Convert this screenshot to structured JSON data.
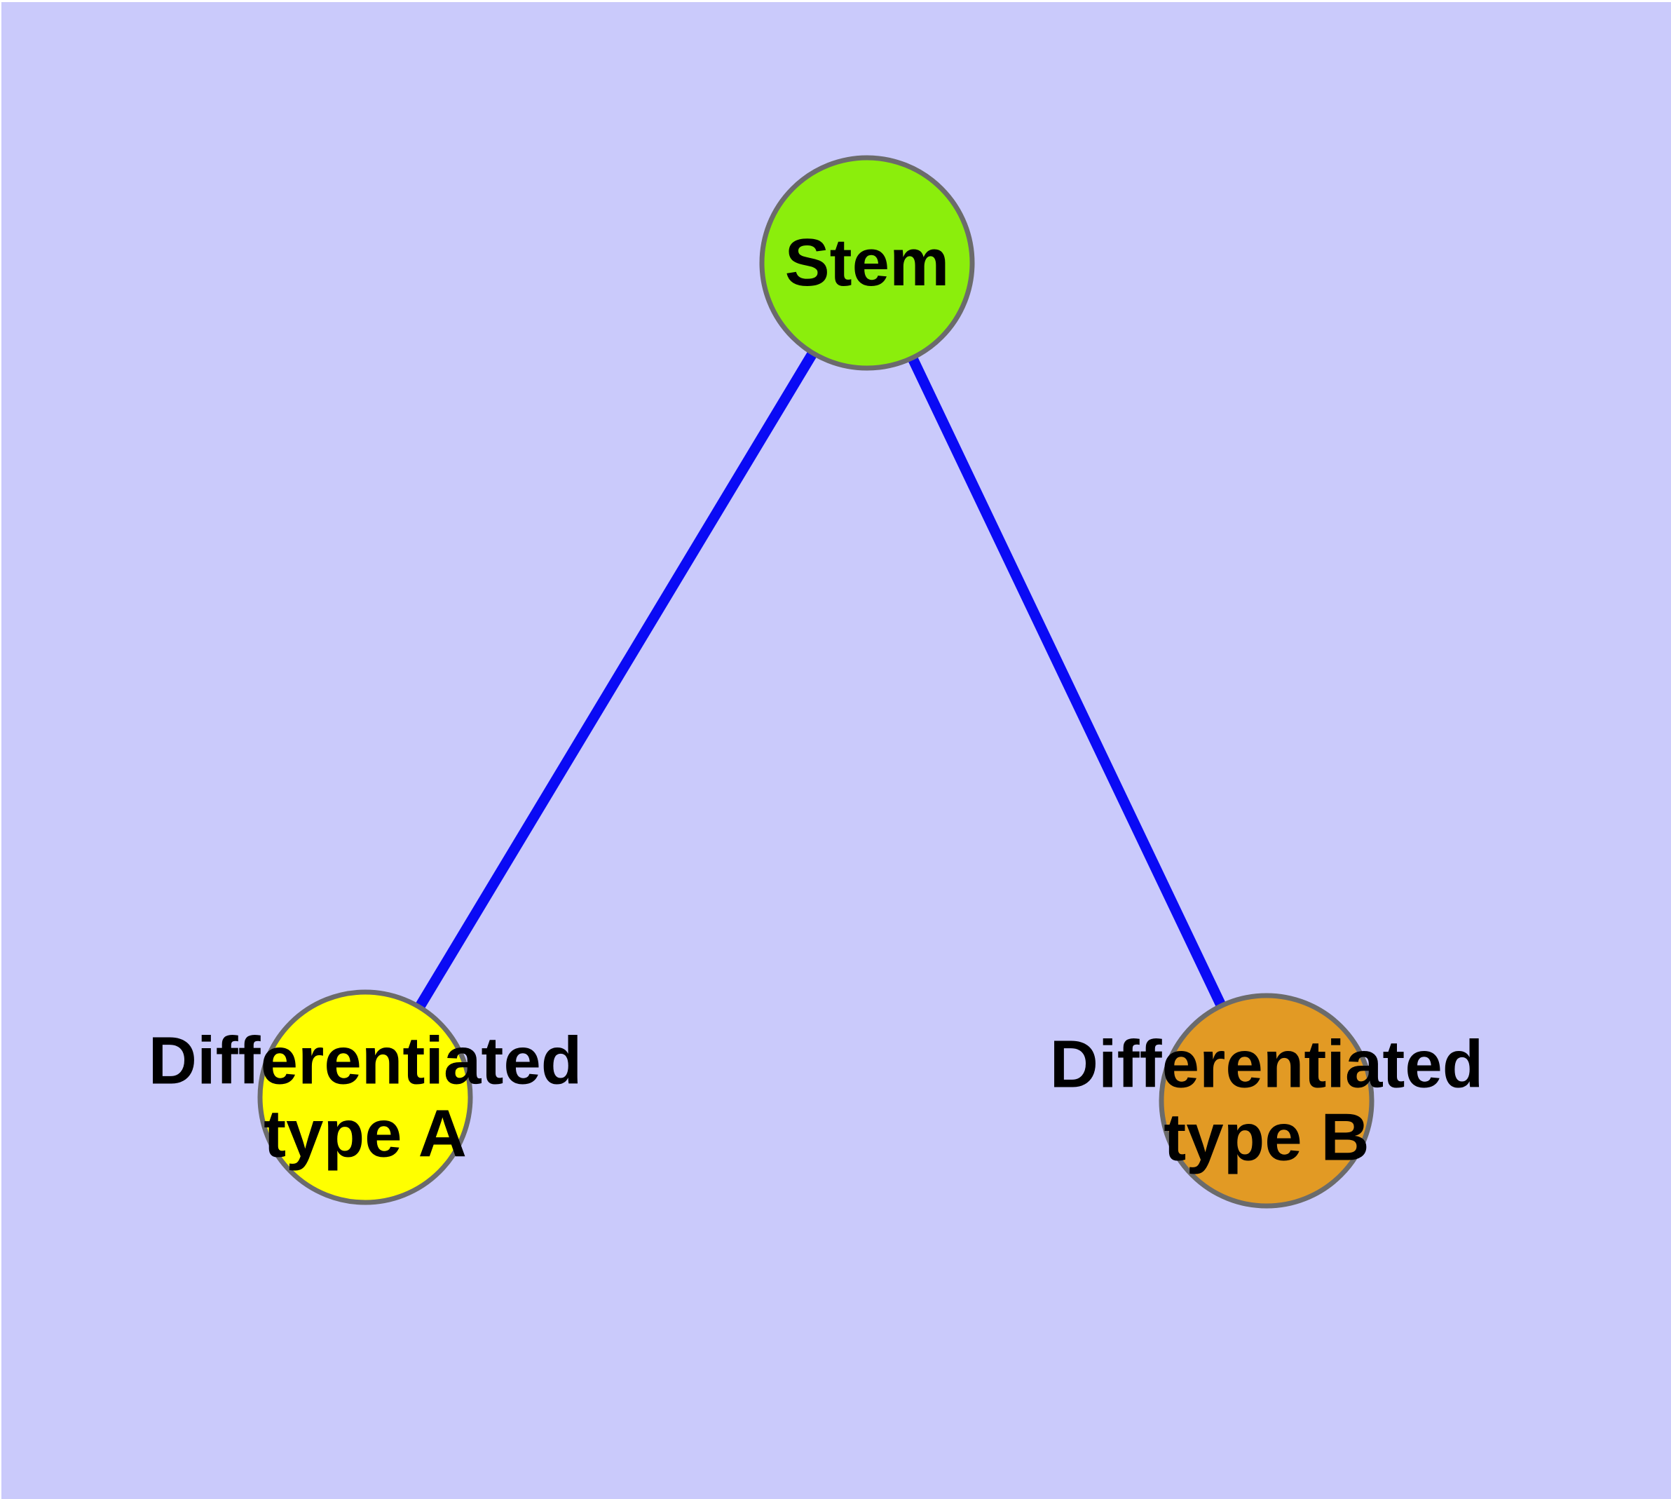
{
  "diagram": {
    "kind": "node-link-graph",
    "colors": {
      "canvas_background": "#CACAFB",
      "page_margin": "#FFFFFF",
      "edge": "#0A0AF5",
      "node_border": "#6B6B6B",
      "label_text": "#000000"
    },
    "nodes": [
      {
        "id": "stem",
        "label": "Stem",
        "fill": "#8BEE0C"
      },
      {
        "id": "differentiated-type-a",
        "label": "Differentiated\ntype A",
        "fill": "#FFFF00"
      },
      {
        "id": "differentiated-type-b",
        "label": "Differentiated\ntype B",
        "fill": "#E29A24"
      }
    ],
    "edges": [
      {
        "from": "stem",
        "to": "differentiated-type-a"
      },
      {
        "from": "stem",
        "to": "differentiated-type-b"
      }
    ]
  }
}
